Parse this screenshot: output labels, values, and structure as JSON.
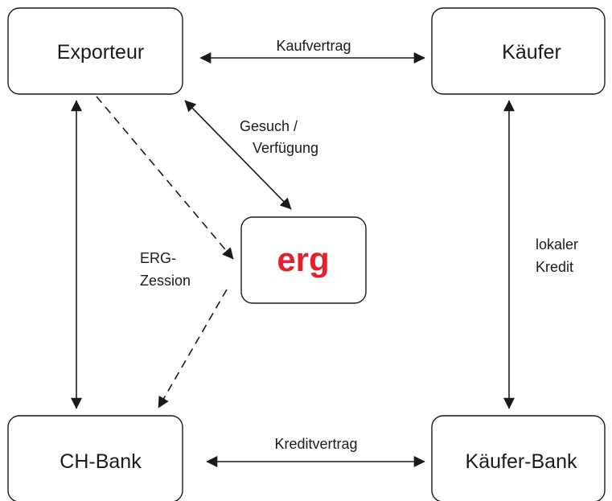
{
  "nodes": {
    "exporteur": "Exporteur",
    "kaeufer": "Käufer",
    "erg": "erg",
    "ch_bank": "CH-Bank",
    "kaeufer_bank": "Käufer-Bank"
  },
  "edges": {
    "kaufvertrag": "Kaufvertrag",
    "gesuch_line1": "Gesuch /",
    "gesuch_line2": "Verfügung",
    "erg_zession_line1": "ERG-",
    "erg_zession_line2": "Zession",
    "lokaler_line1": "lokaler",
    "lokaler_line2": "Kredit",
    "kreditvertrag": "Kreditvertrag"
  },
  "colors": {
    "erg_brand": "#e3202c",
    "line": "#1a1a1a"
  }
}
